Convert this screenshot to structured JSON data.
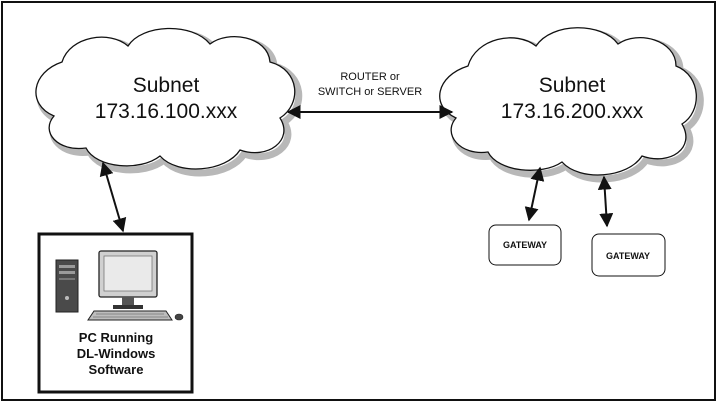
{
  "subnet_left": {
    "title": "Subnet",
    "address": "173.16.100.xxx"
  },
  "subnet_right": {
    "title": "Subnet",
    "address": "173.16.200.xxx"
  },
  "connector": {
    "line1": "ROUTER or",
    "line2": "SWITCH or SERVER"
  },
  "gateways": [
    {
      "label": "GATEWAY"
    },
    {
      "label": "GATEWAY"
    }
  ],
  "pc": {
    "line1": "PC Running",
    "line2": "DL-Windows",
    "line3": "Software",
    "icon": "desktop-computer-icon"
  },
  "colors": {
    "line": "#111111",
    "shadow": "#b8b8b8",
    "background": "#ffffff"
  }
}
